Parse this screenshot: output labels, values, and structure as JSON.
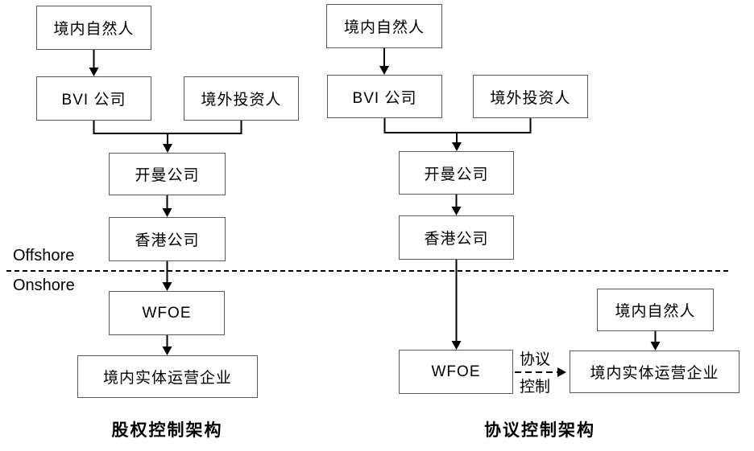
{
  "colors": {
    "bg": "#ffffff",
    "line": "#000000",
    "border": "#595959",
    "text": "#000000"
  },
  "divider": {
    "offshore_label": "Offshore",
    "onshore_label": "Onshore"
  },
  "left": {
    "caption": "股权控制架构",
    "person": "境内自然人",
    "bvi": "BVI 公司",
    "investor": "境外投资人",
    "cayman": "开曼公司",
    "hongkong": "香港公司",
    "wfoe": "WFOE",
    "operating": "境内实体运营企业"
  },
  "right": {
    "caption": "协议控制架构",
    "person": "境内自然人",
    "bvi": "BVI 公司",
    "investor": "境外投资人",
    "cayman": "开曼公司",
    "hongkong": "香港公司",
    "wfoe": "WFOE",
    "person2": "境内自然人",
    "operating": "境内实体运营企业",
    "vie_label_line1": "协议",
    "vie_label_line2": "控制"
  }
}
